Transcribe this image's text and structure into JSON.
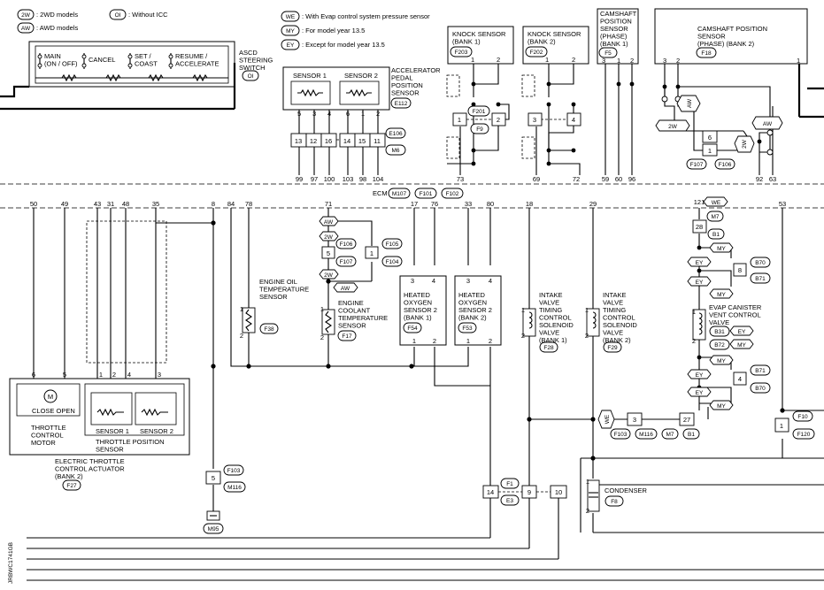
{
  "legend": {
    "row1": [
      {
        "code": "2W",
        "text": ": 2WD models"
      },
      {
        "code": "OI",
        "text": ": Without ICC"
      }
    ],
    "row2": [
      {
        "code": "AW",
        "text": ": AWD models"
      }
    ],
    "notes": [
      {
        "code": "WE",
        "text": ": With Evap control  system pressure sensor"
      },
      {
        "code": "MY",
        "text": ": For model year 13.5"
      },
      {
        "code": "EY",
        "text": ": Except for model year 13.5"
      }
    ]
  },
  "asc": {
    "switches": [
      "MAIN\n(ON / OFF)",
      "CANCEL",
      "SET /\nCOAST",
      "RESUME /\nACCELERATE"
    ],
    "title": "ASCD\nSTEERING\nSWITCH",
    "tag": "OI"
  },
  "app": {
    "s1": "SENSOR 1",
    "s2": "SENSOR 2",
    "title": "ACCELERATOR\nPEDAL\nPOSITION\nSENSOR",
    "conn": "E112",
    "pins_top": [
      "5",
      "3",
      "4",
      "6",
      "1",
      "2"
    ],
    "pins_mid": [
      "13",
      "12",
      "16",
      "14",
      "15",
      "11"
    ],
    "conn_mid1": "E106",
    "conn_mid2": "M6",
    "ecm_pins": [
      "99",
      "97",
      "100",
      "103",
      "98",
      "104"
    ]
  },
  "knock1": {
    "title": "KNOCK SENSOR\n(BANK 1)",
    "conn": "F203",
    "p1": "1",
    "p2": "2",
    "c1": "F201",
    "c2": "F9",
    "j1": "1",
    "j2": "2",
    "ecm": "73"
  },
  "knock2": {
    "title": "KNOCK SENSOR\n(BANK 2)",
    "conn": "F202",
    "p1": "1",
    "p2": "2",
    "j1": "3",
    "j2": "4",
    "ecm1": "69",
    "ecm2": "72"
  },
  "cam1": {
    "title": "CAMSHAFT\nPOSITION\nSENSOR\n(PHASE)\n(BANK 1)",
    "conn": "F5",
    "pins": [
      "3",
      "1",
      "2"
    ],
    "ecm": [
      "59",
      "60",
      "96"
    ]
  },
  "cam2": {
    "title": "CAMSHAFT POSITION\nSENSOR\n(PHASE) (BANK 2)",
    "conn": "F18",
    "pins": [
      "3",
      "2",
      "1"
    ],
    "jpins": [
      "6",
      "1"
    ],
    "c1": "F107",
    "c2": "F106",
    "tags": [
      "AW",
      "2W",
      "AW",
      "2W"
    ],
    "ecm": [
      "92",
      "63"
    ]
  },
  "ecm": {
    "label": "ECM",
    "conns": [
      "M107",
      "F101",
      "F102"
    ]
  },
  "ecm_bottom": [
    "50",
    "49",
    "43",
    "31",
    "48",
    "35",
    "8",
    "84",
    "78",
    "71",
    "17",
    "76",
    "33",
    "80",
    "18",
    "29",
    "121",
    "53"
  ],
  "etc": {
    "motor": "CLOSE OPEN",
    "motor_title": "THROTTLE\nCONTROL\nMOTOR",
    "pins_m": [
      "6",
      "5"
    ],
    "tps1": "SENSOR 1",
    "tps2": "SENSOR 2",
    "tps_title": "THROTTLE POSITION\nSENSOR",
    "pins_t": [
      "1",
      "2",
      "4",
      "3"
    ],
    "title": "ELECTRIC THROTTLE\nCONTROL ACTUATOR\n(BANK 2)",
    "conn": "F27"
  },
  "gnd": {
    "pin": "5",
    "c1": "F103",
    "c2": "M116",
    "gconn": "M95"
  },
  "eot": {
    "title": "ENGINE OIL\nTEMPERATURE\nSENSOR",
    "conn": "F38",
    "p1": "1",
    "p2": "2"
  },
  "ect": {
    "title": "ENGINE\nCOOLANT\nTEMPERATURE\nSENSOR",
    "conn": "F17",
    "p1": "1",
    "p2": "2",
    "j1": "5",
    "j2": "1",
    "c1": "F106",
    "c2": "F107",
    "c3": "F105",
    "c4": "F104",
    "tags": [
      "AW",
      "2W",
      "2W",
      "AW"
    ]
  },
  "hos1": {
    "title": "HEATED\nOXYGEN\nSENSOR 2\n(BANK 1)",
    "conn": "F54",
    "pins": [
      "3",
      "4",
      "1",
      "2"
    ]
  },
  "hos2": {
    "title": "HEATED\nOXYGEN\nSENSOR 2\n(BANK 2)",
    "conn": "F53",
    "pins": [
      "3",
      "4",
      "1",
      "2"
    ]
  },
  "ivt1": {
    "title": "INTAKE\nVALVE\nTIMING\nCONTROL\nSOLENOID\nVALVE\n(BANK 1)",
    "conn": "F28",
    "p1": "1",
    "p2": "2"
  },
  "ivt2": {
    "title": "INTAKE\nVALVE\nTIMING\nCONTROL\nSOLENOID\nVALVE\n(BANK 2)",
    "conn": "F29",
    "p1": "1",
    "p2": "2"
  },
  "evap": {
    "title": "EVAP CANISTER\nVENT CONTROL\nVALVE",
    "p1": "1",
    "p2": "2",
    "tags": [
      "WE",
      "EY",
      "MY",
      "EY",
      "MY",
      "EY",
      "MY",
      "EY",
      "EY",
      "MY",
      "WE"
    ],
    "pins": [
      "28",
      "8",
      "4",
      "27",
      "3"
    ],
    "conns": [
      "M7",
      "B1",
      "B70",
      "B71",
      "B31",
      "B72",
      "B71",
      "B70",
      "F103",
      "M116",
      "M7",
      "B1"
    ],
    "etags": [
      "EY",
      "MY"
    ]
  },
  "bot": {
    "j14": "14",
    "j9": "9",
    "j10": "10",
    "c1": "F1",
    "c2": "E3",
    "j1": "1",
    "c3": "F10",
    "c4": "F120"
  },
  "cond": {
    "title": "CONDENSER",
    "conn": "F8",
    "p1": "1",
    "p2": "2"
  },
  "sidecode": "JRBWC1741GB"
}
